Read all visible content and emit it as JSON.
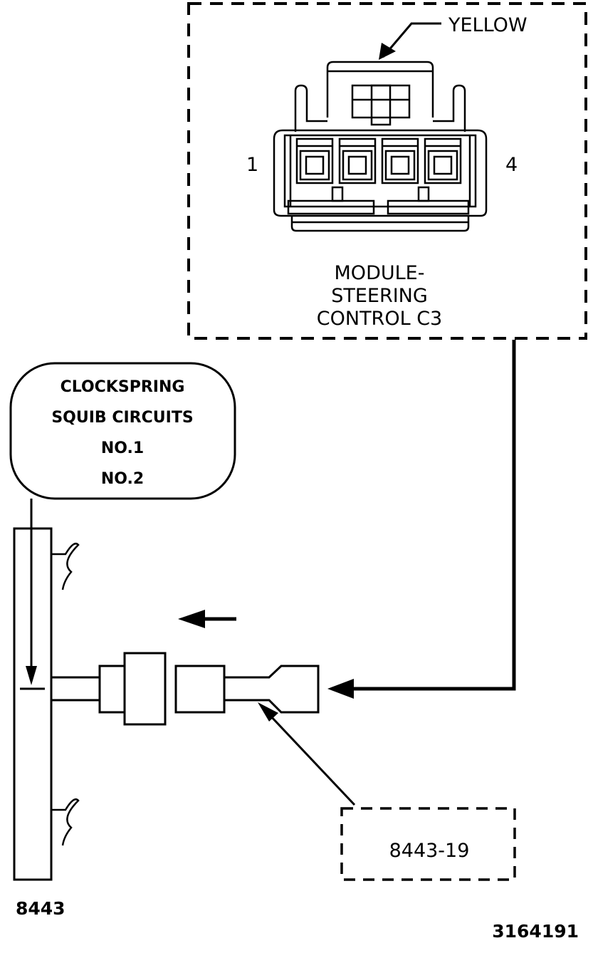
{
  "connector": {
    "color_label": "YELLOW",
    "pin_first": "1",
    "pin_last": "4",
    "title_lines": [
      "MODULE-",
      "STEERING",
      "CONTROL C3"
    ]
  },
  "clockspring": {
    "lines": [
      "CLOCKSPRING",
      "SQUIB CIRCUITS",
      "NO.1",
      "NO.2"
    ]
  },
  "tool": {
    "main_tool_number": "8443",
    "adapter_number": "8443-19"
  },
  "figure_number": "3164191"
}
